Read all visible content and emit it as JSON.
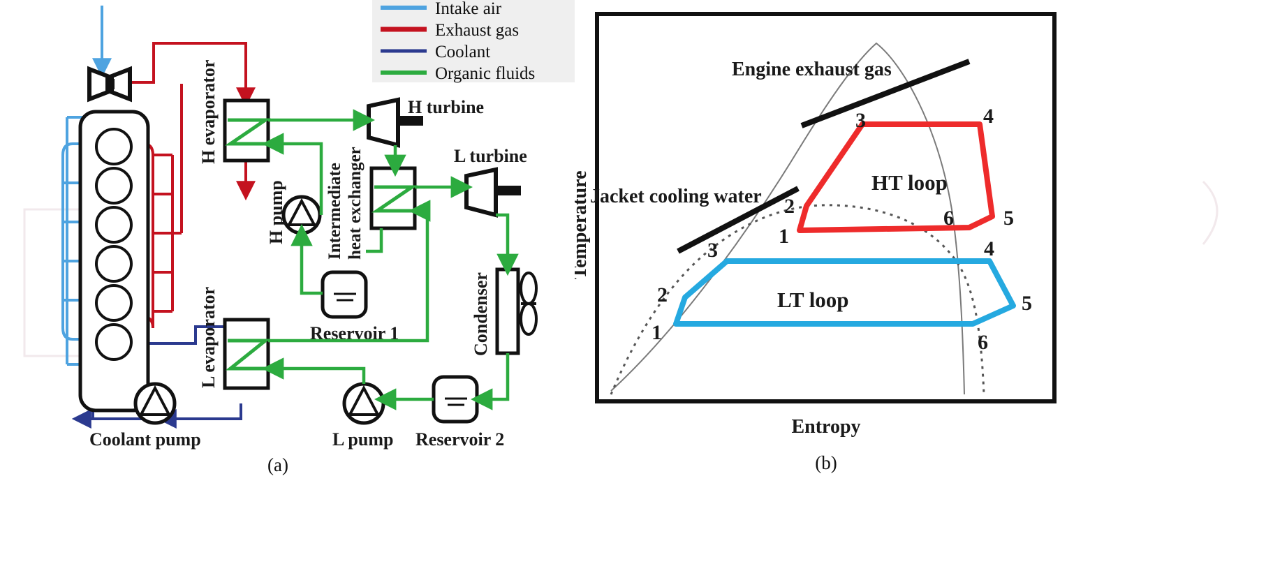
{
  "figure": {
    "panel_a_caption": "(a)",
    "panel_b_caption": "(b)"
  },
  "legend": {
    "items": [
      {
        "label": "Intake air",
        "color": "#4ea3e0"
      },
      {
        "label": "Exhaust gas",
        "color": "#c4121f"
      },
      {
        "label": "Coolant",
        "color": "#2b3a8f"
      },
      {
        "label": "Organic fluids",
        "color": "#2cab3f"
      }
    ]
  },
  "schematic": {
    "components": [
      {
        "name": "H evaporator",
        "label": "H evaporator"
      },
      {
        "name": "H turbine",
        "label": "H turbine"
      },
      {
        "name": "H pump",
        "label": "H pump"
      },
      {
        "name": "Intermediate heat exchanger",
        "label_line1": "Intermediate",
        "label_line2": "heat exchanger"
      },
      {
        "name": "L turbine",
        "label": "L turbine"
      },
      {
        "name": "Reservoir 1",
        "label": "Reservoir 1"
      },
      {
        "name": "Condenser",
        "label": "Condenser"
      },
      {
        "name": "L evaporator",
        "label": "L evaporator"
      },
      {
        "name": "Coolant pump",
        "label": "Coolant pump"
      },
      {
        "name": "L pump",
        "label": "L pump"
      },
      {
        "name": "Reservoir 2",
        "label": "Reservoir 2"
      }
    ],
    "engine_cylinders": 6
  },
  "chart_data": {
    "type": "line",
    "title": "",
    "xlabel": "Entropy",
    "ylabel": "Temperature",
    "grid": false,
    "legend_position": "none",
    "annotations": [
      {
        "text": "Engine exhaust gas",
        "x": 0.52,
        "y": 0.87
      },
      {
        "text": "Jacket cooling water",
        "x": 0.1,
        "y": 0.55
      },
      {
        "text": "HT loop",
        "x": 0.62,
        "y": 0.62
      },
      {
        "text": "LT loop",
        "x": 0.48,
        "y": 0.32
      }
    ],
    "series": [
      {
        "name": "HT loop",
        "color": "#ee2b2b",
        "points": [
          {
            "label": "1",
            "x": 0.455,
            "y": 0.565
          },
          {
            "label": "2",
            "x": 0.47,
            "y": 0.625
          },
          {
            "label": "3",
            "x": 0.615,
            "y": 0.8
          },
          {
            "label": "4",
            "x": 0.87,
            "y": 0.8
          },
          {
            "label": "5",
            "x": 0.905,
            "y": 0.585
          },
          {
            "label": "6",
            "x": 0.805,
            "y": 0.565
          }
        ]
      },
      {
        "name": "LT loop",
        "color": "#25a9e0",
        "points": [
          {
            "label": "1",
            "x": 0.2,
            "y": 0.29
          },
          {
            "label": "2",
            "x": 0.215,
            "y": 0.35
          },
          {
            "label": "3",
            "x": 0.33,
            "y": 0.455
          },
          {
            "label": "4",
            "x": 0.875,
            "y": 0.455
          },
          {
            "label": "5",
            "x": 0.935,
            "y": 0.315
          },
          {
            "label": "6",
            "x": 0.855,
            "y": 0.29
          }
        ]
      }
    ],
    "reference_lines": [
      {
        "name": "Engine exhaust gas",
        "style": "solid-thick-black"
      },
      {
        "name": "Jacket cooling water",
        "style": "solid-thick-black"
      },
      {
        "name": "HT saturation dome",
        "style": "thin-solid-grey"
      },
      {
        "name": "LT saturation dome",
        "style": "dotted-grey"
      }
    ]
  }
}
